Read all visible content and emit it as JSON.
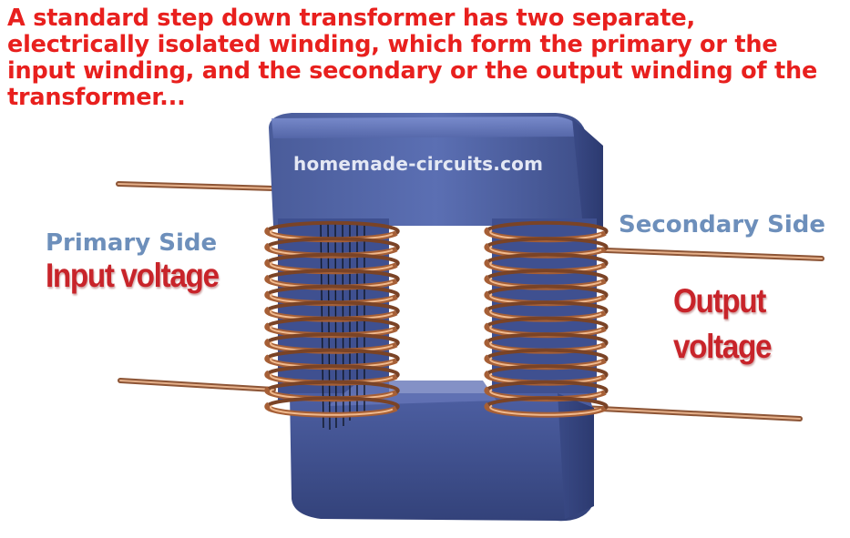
{
  "caption": "A standard step down transformer has two separate, electrically isolated winding, which form the primary or the input winding, and the secondary or the output winding of the transformer...",
  "watermark": "homemade-circuits.com",
  "primary": {
    "side_label": "Primary Side",
    "voltage_label": "Input voltage"
  },
  "secondary": {
    "side_label": "Secondary Side",
    "voltage_label_line1": "Output",
    "voltage_label_line2": "voltage"
  },
  "colors": {
    "caption": "#e8201e",
    "side_labels": "#6d8fbb",
    "voltage_labels": "#c8242a",
    "core": "#4f63a4",
    "coil": "#d9894a"
  }
}
